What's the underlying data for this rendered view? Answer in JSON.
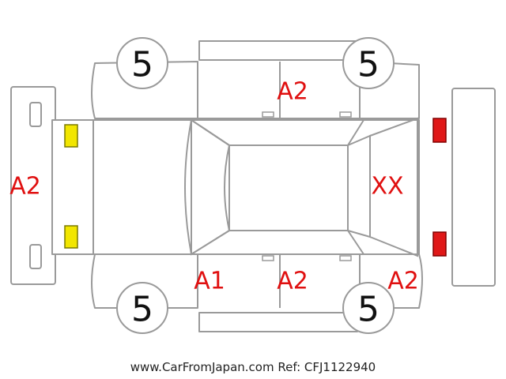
{
  "tires": {
    "front_left": "5",
    "rear_left": "5",
    "front_right": "5",
    "rear_right": "5"
  },
  "damage_codes": {
    "front_bumper": "A2",
    "rear_door_top": "A2",
    "rear_window": "XX",
    "front_door_bottom": "A1",
    "rear_door_bottom": "A2",
    "rear_quarter_bottom": "A2"
  },
  "lamps": {
    "front": "yellow",
    "rear": "red"
  },
  "colors": {
    "damage_text": "#e01010",
    "front_lamp": "#f2e600",
    "rear_lamp": "#e01818",
    "outline": "#9a9a9a"
  },
  "footer": {
    "watermark": "www.CarFromJapan.com Ref: CFJ1122940"
  }
}
